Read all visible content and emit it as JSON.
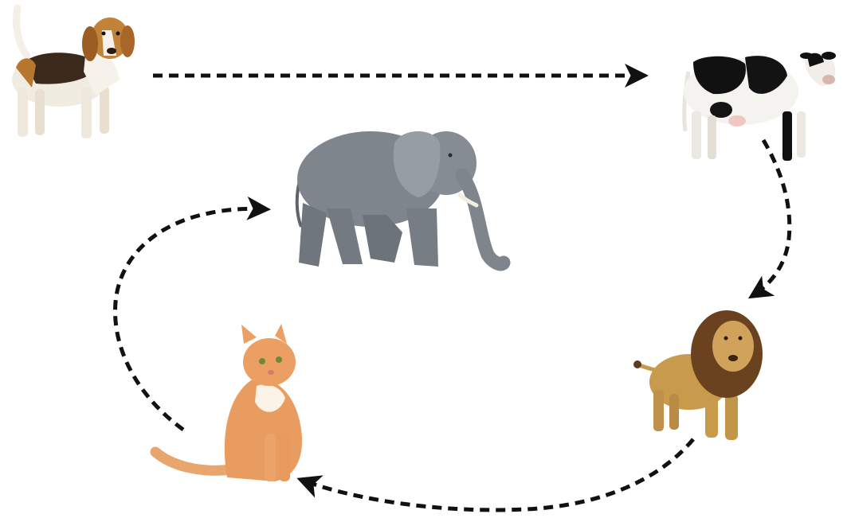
{
  "diagram": {
    "type": "animal-sequence",
    "nodes": [
      {
        "id": "dog",
        "icon": "beagle-dog-image"
      },
      {
        "id": "cow",
        "icon": "holstein-cow-image"
      },
      {
        "id": "lion",
        "icon": "lion-image"
      },
      {
        "id": "cat",
        "icon": "orange-tabby-cat-image"
      },
      {
        "id": "elephant",
        "icon": "elephant-image"
      }
    ],
    "edges": [
      {
        "from": "dog",
        "to": "cow",
        "style": "dashed"
      },
      {
        "from": "cow",
        "to": "lion",
        "style": "dashed"
      },
      {
        "from": "lion",
        "to": "cat",
        "style": "dashed"
      },
      {
        "from": "cat",
        "to": "elephant",
        "style": "dashed"
      }
    ],
    "colors": {
      "arrow": "#111111",
      "background": "#ffffff"
    }
  }
}
